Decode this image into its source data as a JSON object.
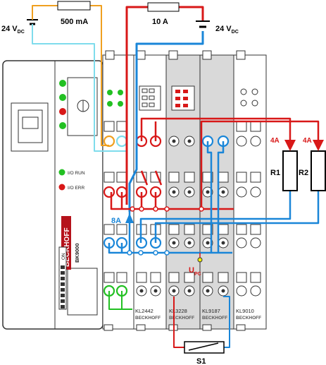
{
  "supply_left": {
    "voltage": "24 V",
    "subscript": "DC"
  },
  "supply_right": {
    "voltage": "24 V",
    "subscript": "DC"
  },
  "fuses": {
    "left": "500 mA",
    "right": "10 A"
  },
  "coupler": {
    "led_labels": [
      "I/O RUN",
      "I/O ERR"
    ],
    "brand": "BECKHOFF",
    "model": "BK9000",
    "dip_label": "ON"
  },
  "terminals": [
    {
      "id": "KL2442",
      "brand": "BECKHOFF"
    },
    {
      "id": "KL3228",
      "brand": "BECKHOFF"
    },
    {
      "id": "KL9187",
      "brand": "BECKHOFF"
    },
    {
      "id": "KL9010",
      "brand": "BECKHOFF"
    }
  ],
  "currents": {
    "c8a": "8A",
    "c4a_1": "4A",
    "c4a_2": "4A"
  },
  "resistors": [
    "R1",
    "R2"
  ],
  "upc": {
    "main": "U",
    "sub": "PC"
  },
  "switch": "S1",
  "colors": {
    "red": "#d81818",
    "blue": "#1a86d8",
    "orange": "#f0a020",
    "cyan": "#7fdcec",
    "green": "#22c022",
    "grey": "#d9d9d9"
  }
}
